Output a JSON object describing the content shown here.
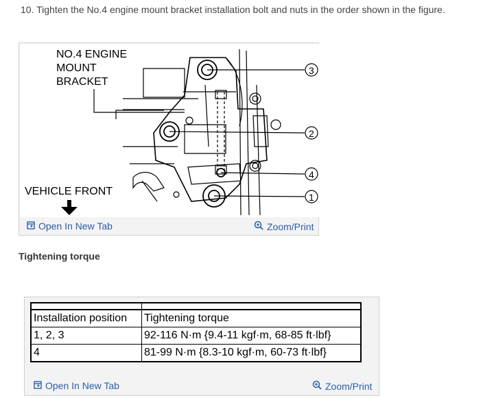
{
  "step_text": "10. Tighten the No.4 engine mount bracket installation bolt and nuts in the order shown in the figure.",
  "figure": {
    "label_bracket": [
      "NO.4 ENGINE",
      "MOUNT",
      "BRACKET"
    ],
    "label_front": "VEHICLE FRONT",
    "callouts": [
      "3",
      "2",
      "4",
      "1"
    ]
  },
  "links": {
    "open_new_tab": "Open In New Tab",
    "zoom_print": "Zoom/Print"
  },
  "subheading": "Tightening torque",
  "table": {
    "headers": [
      "Installation position",
      "Tightening torque"
    ],
    "rows": [
      [
        "1, 2, 3",
        "92-116 N·m {9.4-11 kgf·m, 68-85 ft·lbf}"
      ],
      [
        "4",
        "81-99 N·m {8.3-10 kgf·m, 60-73 ft·lbf}"
      ]
    ]
  },
  "colors": {
    "link": "#2a5da8",
    "panel": "#f3f3f3"
  }
}
